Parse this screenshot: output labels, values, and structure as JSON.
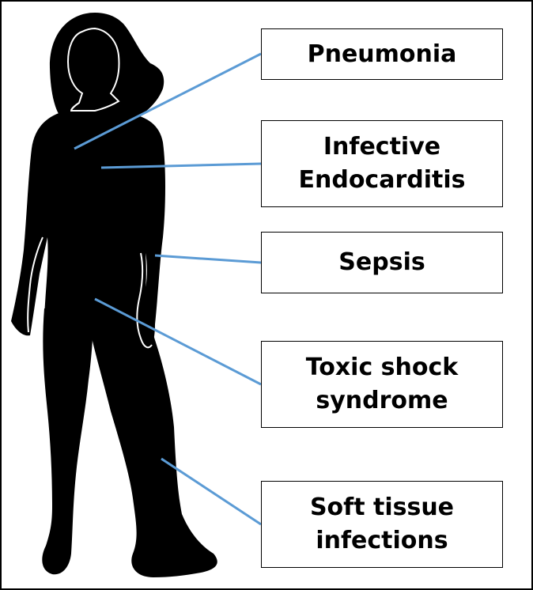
{
  "labels": {
    "pneumonia": "Pneumonia",
    "endocarditis": [
      "Infective",
      "Endocarditis"
    ],
    "sepsis": "Sepsis",
    "toxic_shock": [
      "Toxic shock",
      "syndrome"
    ],
    "soft_tissue": [
      "Soft tissue",
      "infections"
    ]
  },
  "colors": {
    "connector": "#5b9bd5",
    "silhouette": "#000000",
    "outline": "#ffffff"
  }
}
